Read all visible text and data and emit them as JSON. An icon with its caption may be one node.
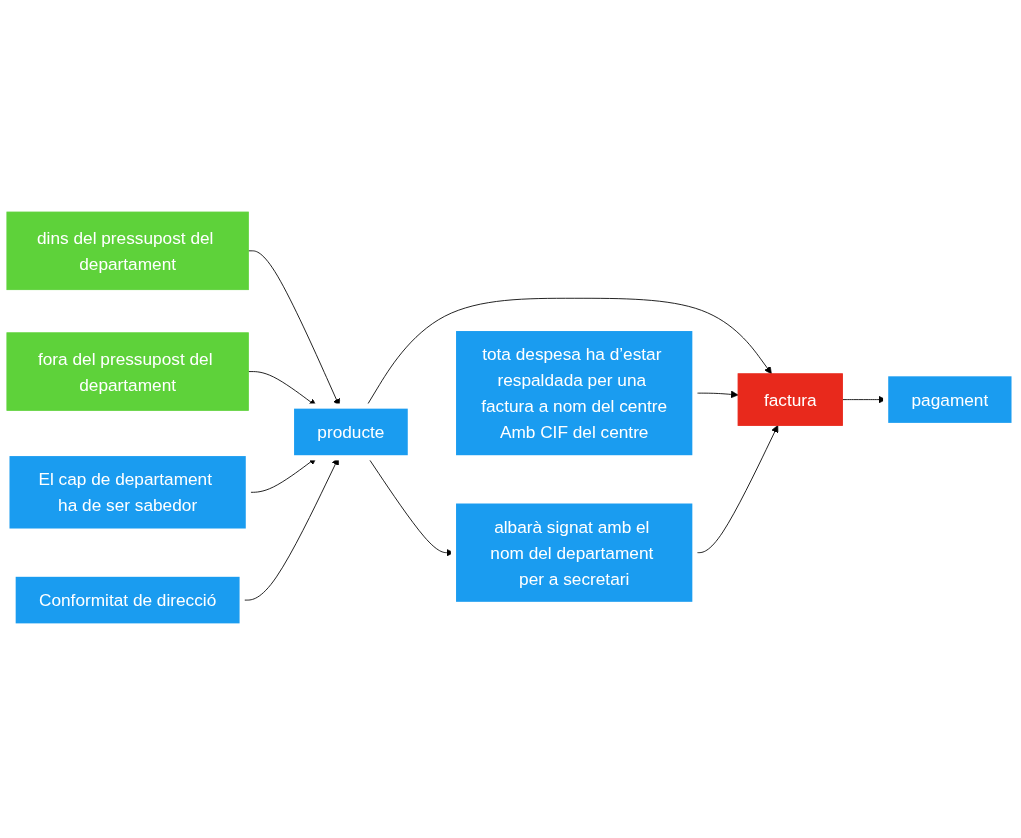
{
  "diagram": {
    "nodes": [
      {
        "text": [
          "El cap de departament ha de ser sabedor"
        ]
      },
      {
        "text": [
          "tota despesa ha d’estar respaldada per una factura a nom del centre",
          "Amb CIF del centre"
        ]
      },
      {
        "text": [
          "dins del pressupost del departament"
        ]
      },
      {
        "text": [
          "producte"
        ]
      },
      {
        "text": [
          "factura"
        ]
      },
      {
        "text": [
          "pagament"
        ]
      },
      {
        "text": [
          "fora del pressupost del departament"
        ]
      },
      {
        "text": [
          "albarà signat amb el nom del departament per a secretari"
        ]
      },
      {
        "text": [
          "Conformitat de direcció"
        ]
      }
    ],
    "edges": [
      {
        "from": 2,
        "to": 3,
        "arrow": "to"
      },
      {
        "from": 6,
        "to": 3,
        "arrow": "to"
      },
      {
        "from": 0,
        "to": 3,
        "arrow": "to"
      },
      {
        "from": 8,
        "to": 3,
        "arrow": "to"
      },
      {
        "from": 3,
        "to": 4,
        "arrow": "to"
      },
      {
        "from": 1,
        "to": 4,
        "arrow": "to"
      },
      {
        "from": 3,
        "to": 7,
        "arrow": "to"
      },
      {
        "from": 7,
        "to": 4,
        "arrow": "to"
      },
      {
        "from": 4,
        "to": 5,
        "arrow": "to"
      }
    ]
  }
}
